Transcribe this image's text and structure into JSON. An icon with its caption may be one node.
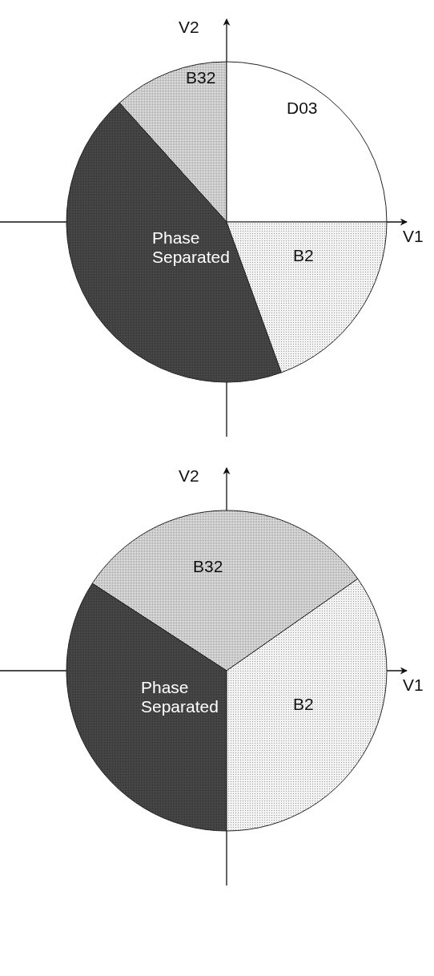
{
  "diagram": {
    "nodes": [
      {
        "text": [
          "B32"
        ]
      },
      {
        "text": [
          "D03"
        ]
      },
      {
        "text": [
          "Phase Separated"
        ]
      },
      {
        "text": [
          "B2"
        ]
      },
      {
        "text": [
          "B32"
        ]
      },
      {
        "text": [
          "Phase Separated"
        ]
      },
      {
        "text": [
          "B2"
        ]
      }
    ],
    "labels": [
      "V2",
      "V1",
      "V2",
      "V1"
    ]
  }
}
